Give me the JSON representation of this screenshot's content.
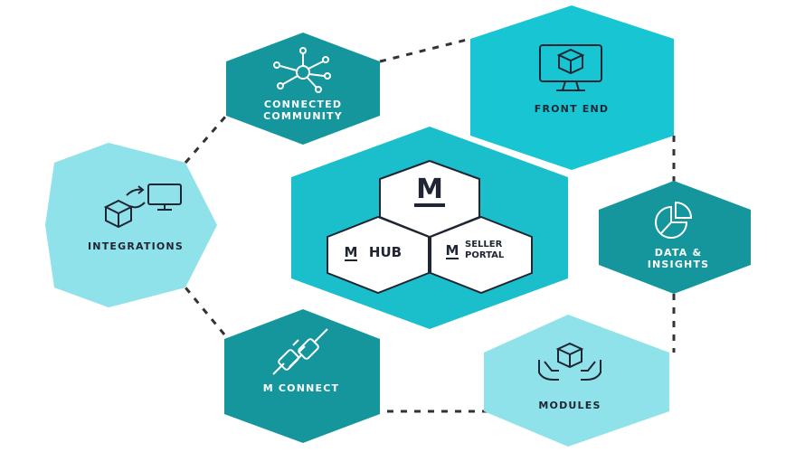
{
  "colors": {
    "dark_teal": "#15969C",
    "bright_teal": "#17C6D2",
    "light_teal": "#8FE2EA",
    "center_teal": "#1BBFCB",
    "navy": "#1F2533",
    "white": "#FFFFFF",
    "connector": "#333333"
  },
  "center": {
    "top_logo": "M",
    "hub_logo": "M",
    "hub_text": "HUB",
    "seller_logo": "M",
    "seller_line1": "SELLER",
    "seller_line2": "PORTAL"
  },
  "nodes": [
    {
      "id": "connected-community",
      "line1": "CONNECTED",
      "line2": "COMMUNITY",
      "icon": "network-icon"
    },
    {
      "id": "front-end",
      "line1": "FRONT END",
      "line2": "",
      "icon": "monitor-box-icon"
    },
    {
      "id": "integrations",
      "line1": "INTEGRATIONS",
      "line2": "",
      "icon": "box-sync-monitor-icon"
    },
    {
      "id": "data-insights",
      "line1": "DATA &",
      "line2": "INSIGHTS",
      "icon": "pie-chart-icon"
    },
    {
      "id": "m-connect",
      "line1": "M CONNECT",
      "line2": "",
      "icon": "plug-icon"
    },
    {
      "id": "modules",
      "line1": "MODULES",
      "line2": "",
      "icon": "hands-box-icon"
    }
  ]
}
